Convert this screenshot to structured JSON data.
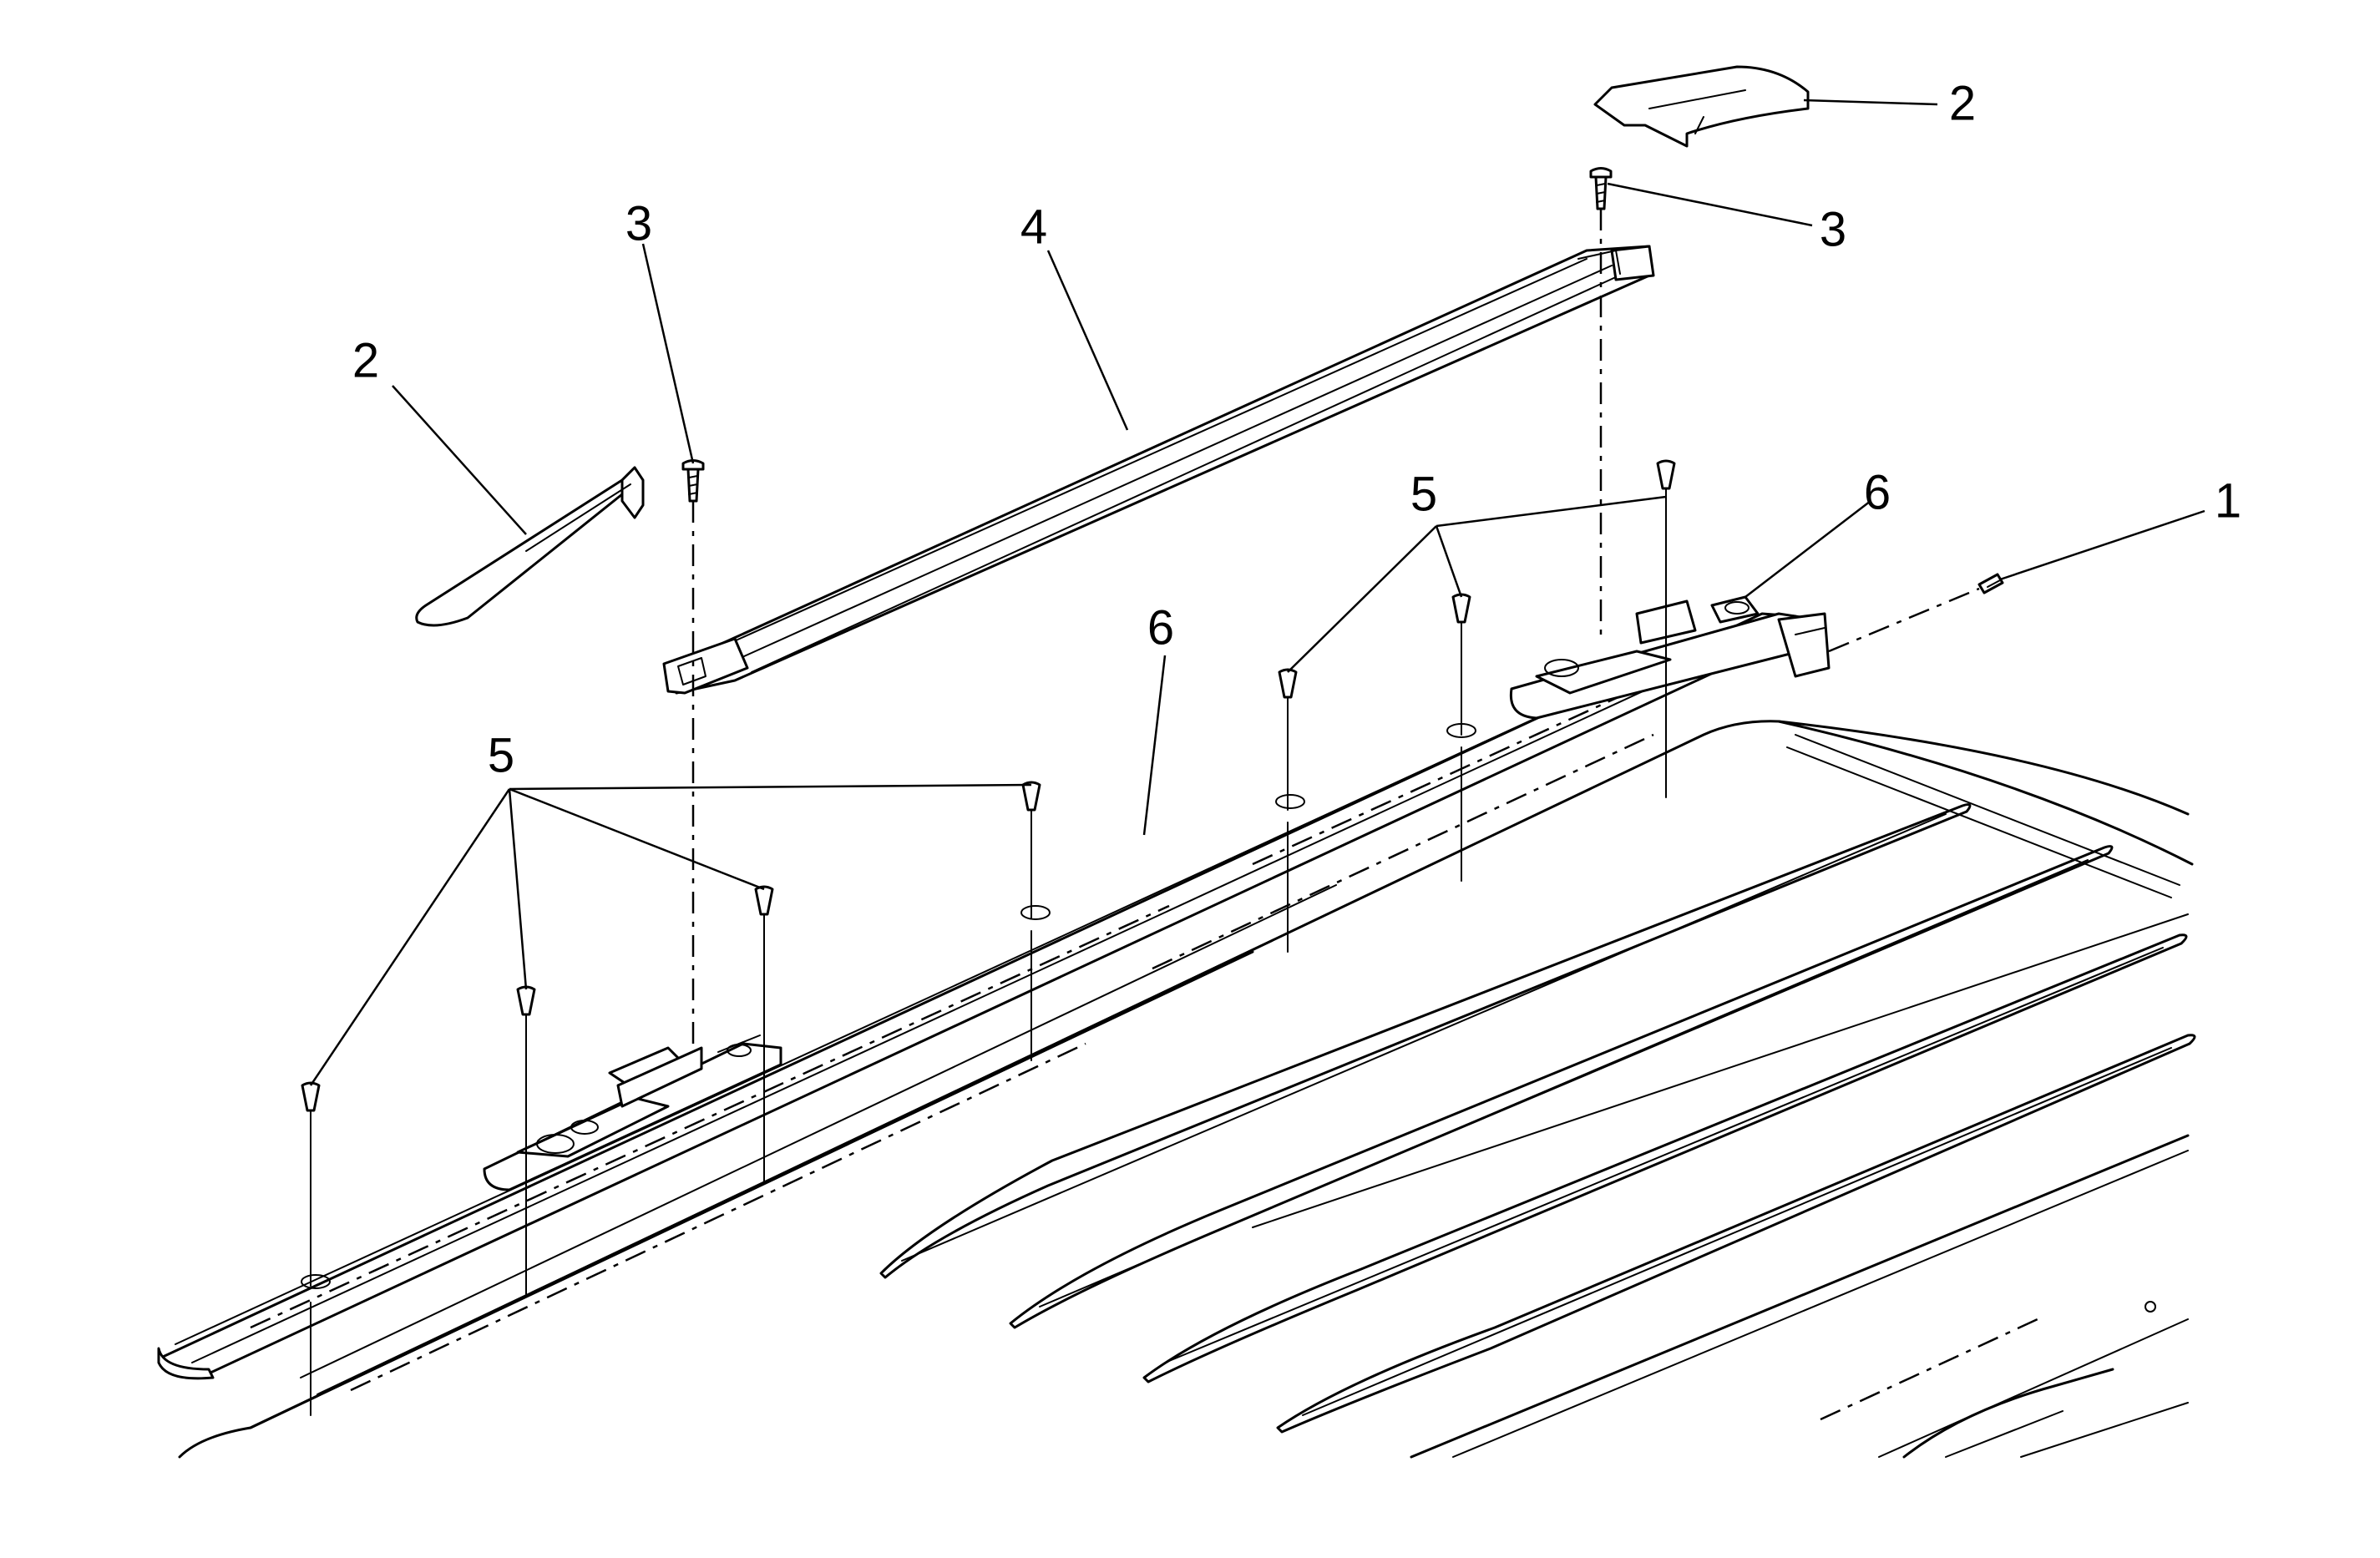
{
  "diagram": {
    "labels": [
      {
        "id": "label-1",
        "text": "1"
      },
      {
        "id": "label-2-left",
        "text": "2"
      },
      {
        "id": "label-2-right",
        "text": "2"
      },
      {
        "id": "label-3-left",
        "text": "3"
      },
      {
        "id": "label-3-right",
        "text": "3"
      },
      {
        "id": "label-4",
        "text": "4"
      },
      {
        "id": "label-5-left",
        "text": "5"
      },
      {
        "id": "label-5-right",
        "text": "5"
      },
      {
        "id": "label-6-middle",
        "text": "6"
      },
      {
        "id": "label-6-right",
        "text": "6"
      }
    ]
  }
}
